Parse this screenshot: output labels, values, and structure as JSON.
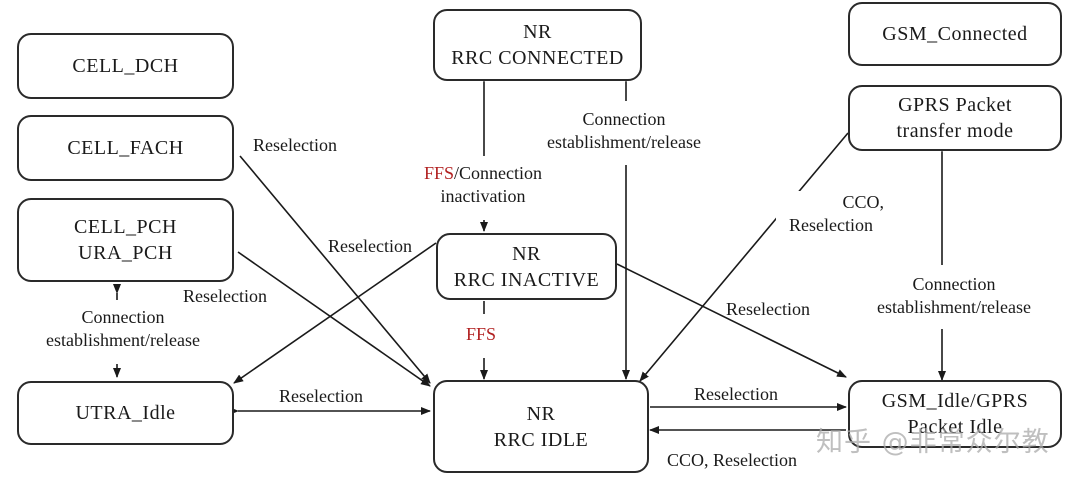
{
  "states": {
    "cell_dch": [
      "CELL_DCH"
    ],
    "cell_fach": [
      "CELL_FACH"
    ],
    "cell_pch": [
      "CELL_PCH",
      "URA_PCH"
    ],
    "utra_idle": [
      "UTRA_Idle"
    ],
    "nr_connected": [
      "NR",
      "RRC CONNECTED"
    ],
    "nr_inactive": [
      "NR",
      "RRC INACTIVE"
    ],
    "nr_idle": [
      "NR",
      "RRC IDLE"
    ],
    "gsm_connected": [
      "GSM_Connected"
    ],
    "gprs_packet": [
      "GPRS Packet",
      "transfer mode"
    ],
    "gsm_idle": [
      "GSM_Idle/GPRS",
      "Packet Idle"
    ]
  },
  "labels": {
    "reselection": "Reselection",
    "conn_est_rel_1": "Connection",
    "conn_est_rel_2": "establishment/release",
    "ffs": "FFS",
    "ffs_conn_inact_rest": "/Connection",
    "inactivation": "inactivation",
    "cco": "CCO,",
    "cco_reselection": "CCO, Reselection"
  },
  "watermark": "知乎 @非常众尔教"
}
